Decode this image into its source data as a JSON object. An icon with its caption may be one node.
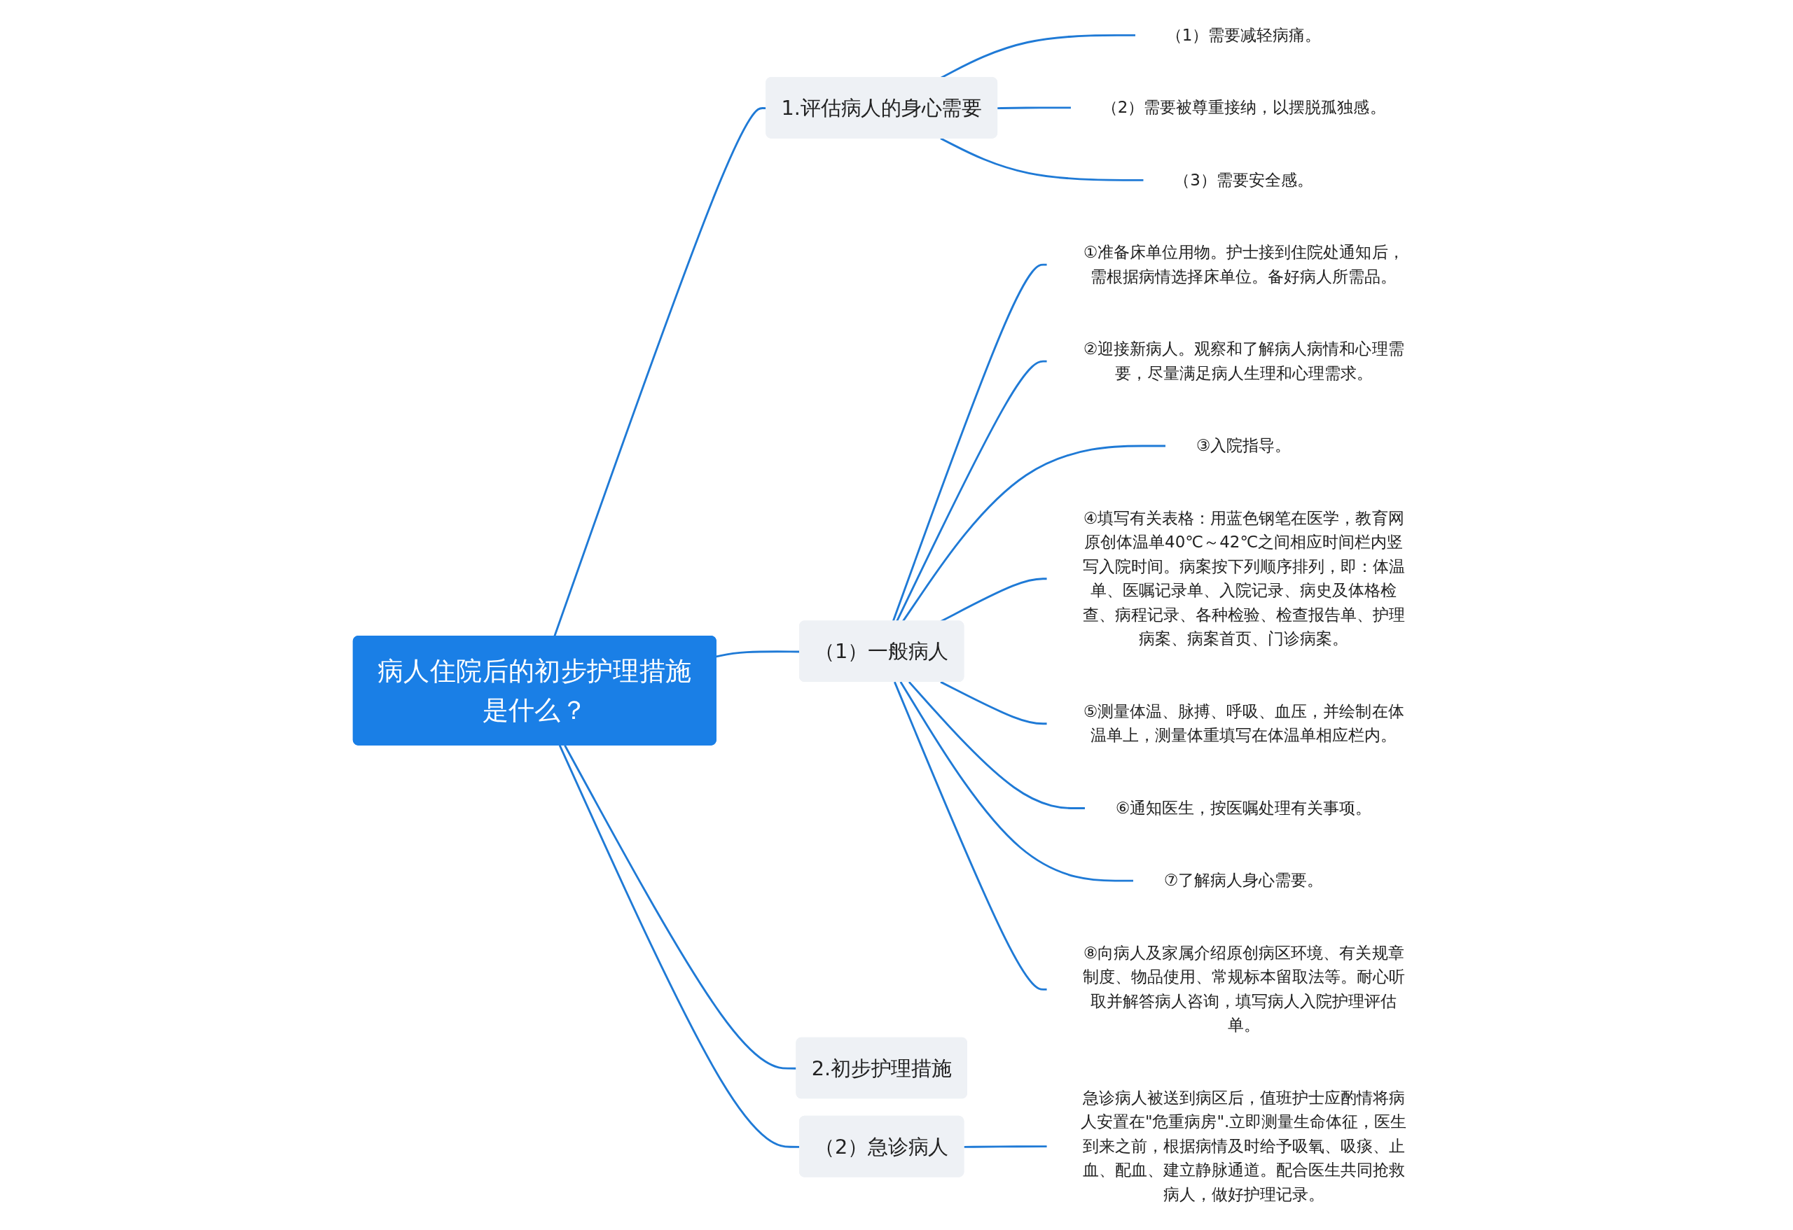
{
  "diagram": {
    "nodes": [
      {
        "text": [
          "病人住院后的初步护理措施是什么？"
        ]
      },
      {
        "text": [
          "1.评估病人的身心需要"
        ]
      },
      {
        "text": [
          "（1）需要减轻病痛。"
        ]
      },
      {
        "text": [
          "（2）需要被尊重接纳，以摆脱孤独感。"
        ]
      },
      {
        "text": [
          "（3）需要安全感。"
        ]
      },
      {
        "text": [
          "（1）一般病人"
        ]
      },
      {
        "text": [
          "①准备床单位用物。护士接到住院处通知后，需根据病情选择床单位。备好病人所需品。"
        ]
      },
      {
        "text": [
          "②迎接新病人。观察和了解病人病情和心理需要，尽量满足病人生理和心理需求。"
        ]
      },
      {
        "text": [
          "③入院指导。"
        ]
      },
      {
        "text": [
          "④填写有关表格：用蓝色钢笔在医学，教育网原创体温单40℃～42℃之间相应时间栏内竖写入院时间。病案按下列顺序排列，即：体温单、医嘱记录单、入院记录、病史及体格检查、病程记录、各种检验、检查报告单、护理病案、病案首页、门诊病案。"
        ]
      },
      {
        "text": [
          "⑤测量体温、脉搏、呼吸、血压，并绘制在体温单上，测量体重填写在体温单相应栏内。"
        ]
      },
      {
        "text": [
          "⑥通知医生，按医嘱处理有关事项。"
        ]
      },
      {
        "text": [
          "⑦了解病人身心需要。"
        ]
      },
      {
        "text": [
          "⑧向病人及家属介绍原创病区环境、有关规章制度、物品使用、常规标本留取法等。耐心听取并解答病人咨询，填写病人入院护理评估单。"
        ]
      },
      {
        "text": [
          "2.初步护理措施"
        ]
      },
      {
        "text": [
          "（2）急诊病人"
        ]
      },
      {
        "text": [
          "急诊病人被送到病区后，值班护士应酌情将病人安置在\"危重病房\".立即测量生命体征，医生到来之前，根据病情及时给予吸氧、吸痰、止血、配血、建立静脉通道。配合医生共同抢救病人，做好护理记录。"
        ]
      }
    ],
    "edges": [
      {
        "from": 0,
        "to": 1,
        "arrow": "none"
      },
      {
        "from": 1,
        "to": 2,
        "arrow": "none"
      },
      {
        "from": 1,
        "to": 3,
        "arrow": "none"
      },
      {
        "from": 1,
        "to": 4,
        "arrow": "none"
      },
      {
        "from": 0,
        "to": 5,
        "arrow": "none"
      },
      {
        "from": 5,
        "to": 6,
        "arrow": "none"
      },
      {
        "from": 5,
        "to": 7,
        "arrow": "none"
      },
      {
        "from": 5,
        "to": 8,
        "arrow": "none"
      },
      {
        "from": 5,
        "to": 9,
        "arrow": "none"
      },
      {
        "from": 5,
        "to": 10,
        "arrow": "none"
      },
      {
        "from": 5,
        "to": 11,
        "arrow": "none"
      },
      {
        "from": 5,
        "to": 12,
        "arrow": "none"
      },
      {
        "from": 5,
        "to": 13,
        "arrow": "none"
      },
      {
        "from": 0,
        "to": 14,
        "arrow": "none"
      },
      {
        "from": 0,
        "to": 15,
        "arrow": "none"
      },
      {
        "from": 15,
        "to": 16,
        "arrow": "none"
      }
    ]
  }
}
